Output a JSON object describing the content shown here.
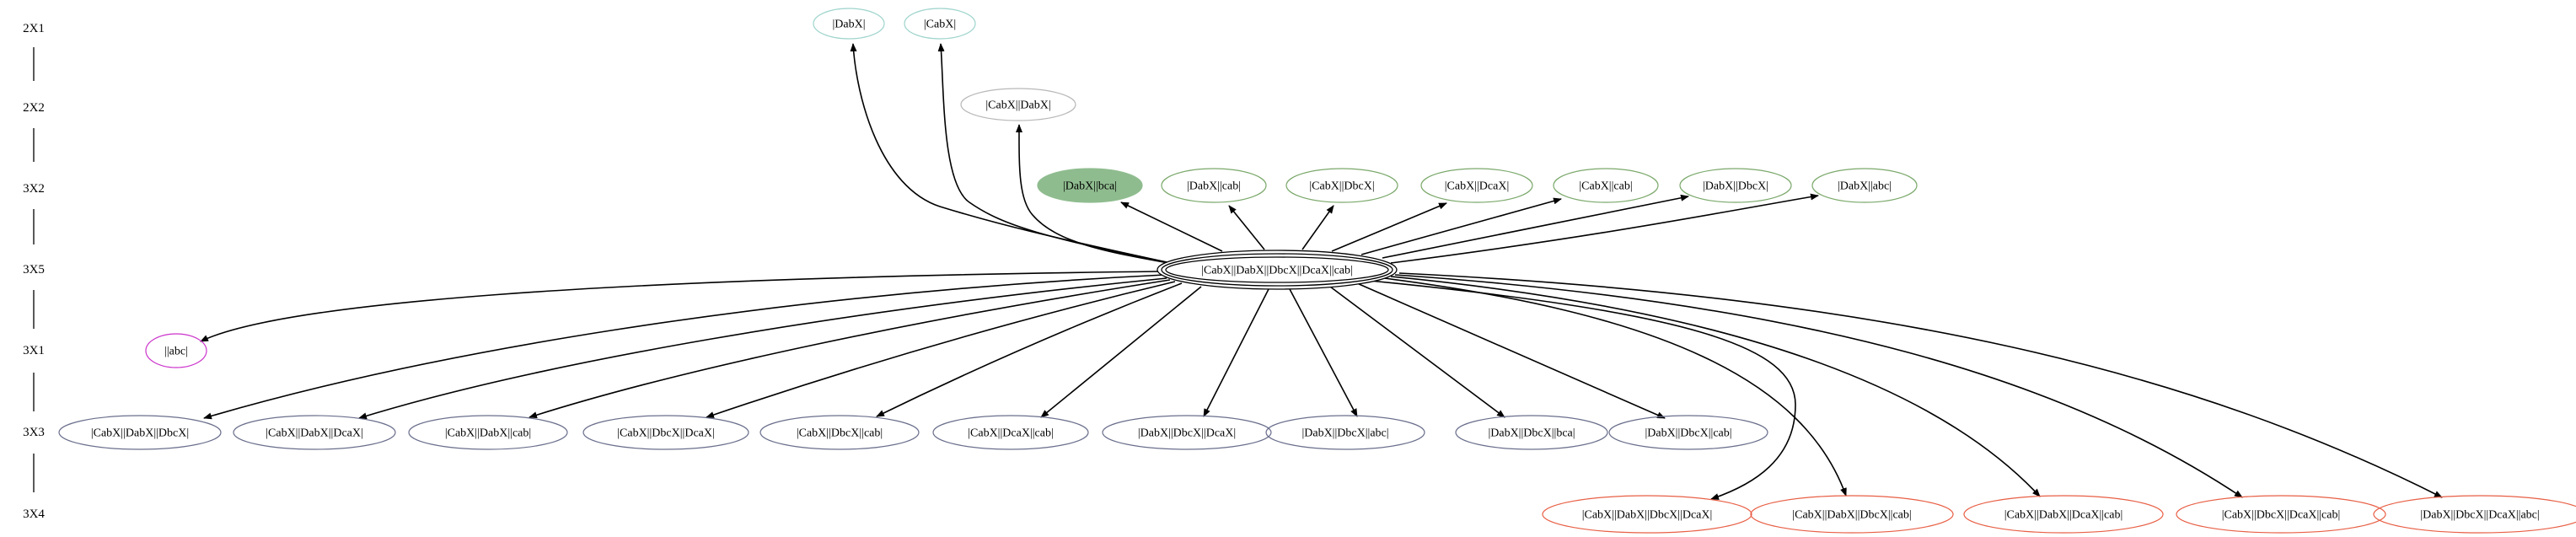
{
  "colors": {
    "edge": "#000000",
    "gray_node": "#b8b8b8",
    "cyan_node": "#9ed4cc",
    "green_node": "#7aa86a",
    "green_fill": "#8fbc8f",
    "magenta_node": "#cc33cc",
    "slate_node": "#6a6f8c",
    "salmon_node": "#e85f45"
  },
  "ranks": [
    {
      "id": "r2x1",
      "label": "2X1"
    },
    {
      "id": "r2x2",
      "label": "2X2"
    },
    {
      "id": "r3x2",
      "label": "3X2"
    },
    {
      "id": "r3x5",
      "label": "3X5"
    },
    {
      "id": "r3x1",
      "label": "3X1"
    },
    {
      "id": "r3x3",
      "label": "3X3"
    },
    {
      "id": "r3x4",
      "label": "3X4"
    }
  ],
  "center": {
    "id": "center",
    "label": "|CabX||DabX||DbcX||DcaX||cab|"
  },
  "nodes": [
    {
      "id": "n2x1_a",
      "rank": "r2x1",
      "label": "|DabX|",
      "style": "cyan"
    },
    {
      "id": "n2x1_b",
      "rank": "r2x1",
      "label": "|CabX|",
      "style": "cyan"
    },
    {
      "id": "n2x2_a",
      "rank": "r2x2",
      "label": "|CabX||DabX|",
      "style": "gray"
    },
    {
      "id": "n3x2_a",
      "rank": "r3x2",
      "label": "|DabX||bca|",
      "style": "filled"
    },
    {
      "id": "n3x2_b",
      "rank": "r3x2",
      "label": "|DabX||cab|",
      "style": "green"
    },
    {
      "id": "n3x2_c",
      "rank": "r3x2",
      "label": "|CabX||DbcX|",
      "style": "green"
    },
    {
      "id": "n3x2_d",
      "rank": "r3x2",
      "label": "|CabX||DcaX|",
      "style": "green"
    },
    {
      "id": "n3x2_e",
      "rank": "r3x2",
      "label": "|CabX||cab|",
      "style": "green"
    },
    {
      "id": "n3x2_f",
      "rank": "r3x2",
      "label": "|DabX||DbcX|",
      "style": "green"
    },
    {
      "id": "n3x2_g",
      "rank": "r3x2",
      "label": "|DabX||abc|",
      "style": "green"
    },
    {
      "id": "n3x1_a",
      "rank": "r3x1",
      "label": "||abc|",
      "style": "magenta"
    },
    {
      "id": "n3x3_a",
      "rank": "r3x3",
      "label": "|CabX||DabX||DbcX|",
      "style": "slate"
    },
    {
      "id": "n3x3_b",
      "rank": "r3x3",
      "label": "|CabX||DabX||DcaX|",
      "style": "slate"
    },
    {
      "id": "n3x3_c",
      "rank": "r3x3",
      "label": "|CabX||DabX||cab|",
      "style": "slate"
    },
    {
      "id": "n3x3_d",
      "rank": "r3x3",
      "label": "|CabX||DbcX||DcaX|",
      "style": "slate"
    },
    {
      "id": "n3x3_e",
      "rank": "r3x3",
      "label": "|CabX||DbcX||cab|",
      "style": "slate"
    },
    {
      "id": "n3x3_f",
      "rank": "r3x3",
      "label": "|CabX||DcaX||cab|",
      "style": "slate"
    },
    {
      "id": "n3x3_g",
      "rank": "r3x3",
      "label": "|DabX||DbcX||DcaX|",
      "style": "slate"
    },
    {
      "id": "n3x3_h",
      "rank": "r3x3",
      "label": "|DabX||DbcX||abc|",
      "style": "slate"
    },
    {
      "id": "n3x3_i",
      "rank": "r3x3",
      "label": "|DabX||DbcX||bca|",
      "style": "slate"
    },
    {
      "id": "n3x3_j",
      "rank": "r3x3",
      "label": "|DabX||DbcX||cab|",
      "style": "slate"
    },
    {
      "id": "n3x4_a",
      "rank": "r3x4",
      "label": "|CabX||DabX||DbcX||DcaX|",
      "style": "salmon"
    },
    {
      "id": "n3x4_b",
      "rank": "r3x4",
      "label": "|CabX||DabX||DbcX||cab|",
      "style": "salmon"
    },
    {
      "id": "n3x4_c",
      "rank": "r3x4",
      "label": "|CabX||DabX||DcaX||cab|",
      "style": "salmon"
    },
    {
      "id": "n3x4_d",
      "rank": "r3x4",
      "label": "|CabX||DbcX||DcaX||cab|",
      "style": "salmon"
    },
    {
      "id": "n3x4_e",
      "rank": "r3x4",
      "label": "|DabX||DbcX||DcaX||abc|",
      "style": "salmon"
    }
  ]
}
